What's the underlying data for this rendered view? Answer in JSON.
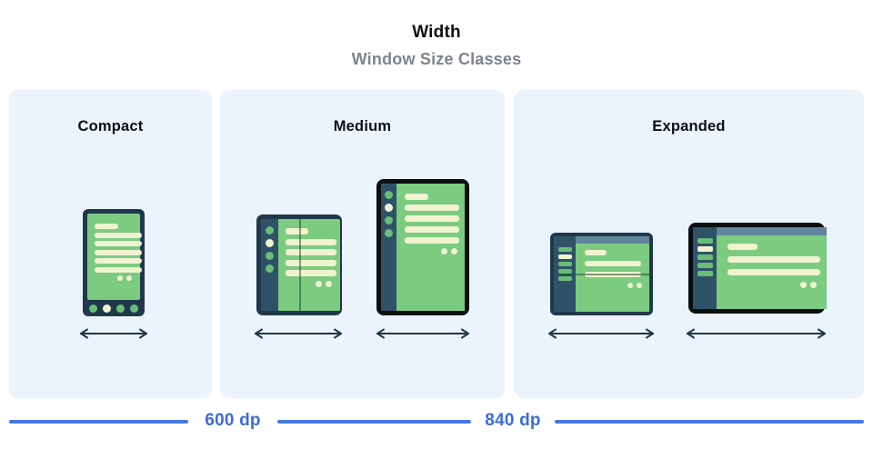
{
  "header": {
    "title": "Width",
    "subtitle": "Window Size Classes"
  },
  "panels": {
    "compact": {
      "label": "Compact",
      "devices": [
        "phone"
      ]
    },
    "medium": {
      "label": "Medium",
      "devices": [
        "foldable-open",
        "tablet-portrait"
      ]
    },
    "expanded": {
      "label": "Expanded",
      "devices": [
        "tablet-landscape",
        "desktop-window"
      ]
    }
  },
  "ruler": {
    "breakpoint_600": "600 dp",
    "breakpoint_840": "840 dp"
  },
  "icons": {
    "width_arrow": "double-headed-horizontal-arrow"
  },
  "colors": {
    "panel_background": "#ebf3fc",
    "device_frame_navy": "#20384b",
    "device_frame_black": "#0c0e10",
    "sidebar_slate": "#2f5269",
    "screen_green": "#7bcb81",
    "content_cream": "#f1f2d0",
    "dot_green": "#69bd76",
    "topbar_slate": "#62859e",
    "breakpoint_blue": "#4677e3",
    "subtitle_gray": "#7d848c"
  }
}
